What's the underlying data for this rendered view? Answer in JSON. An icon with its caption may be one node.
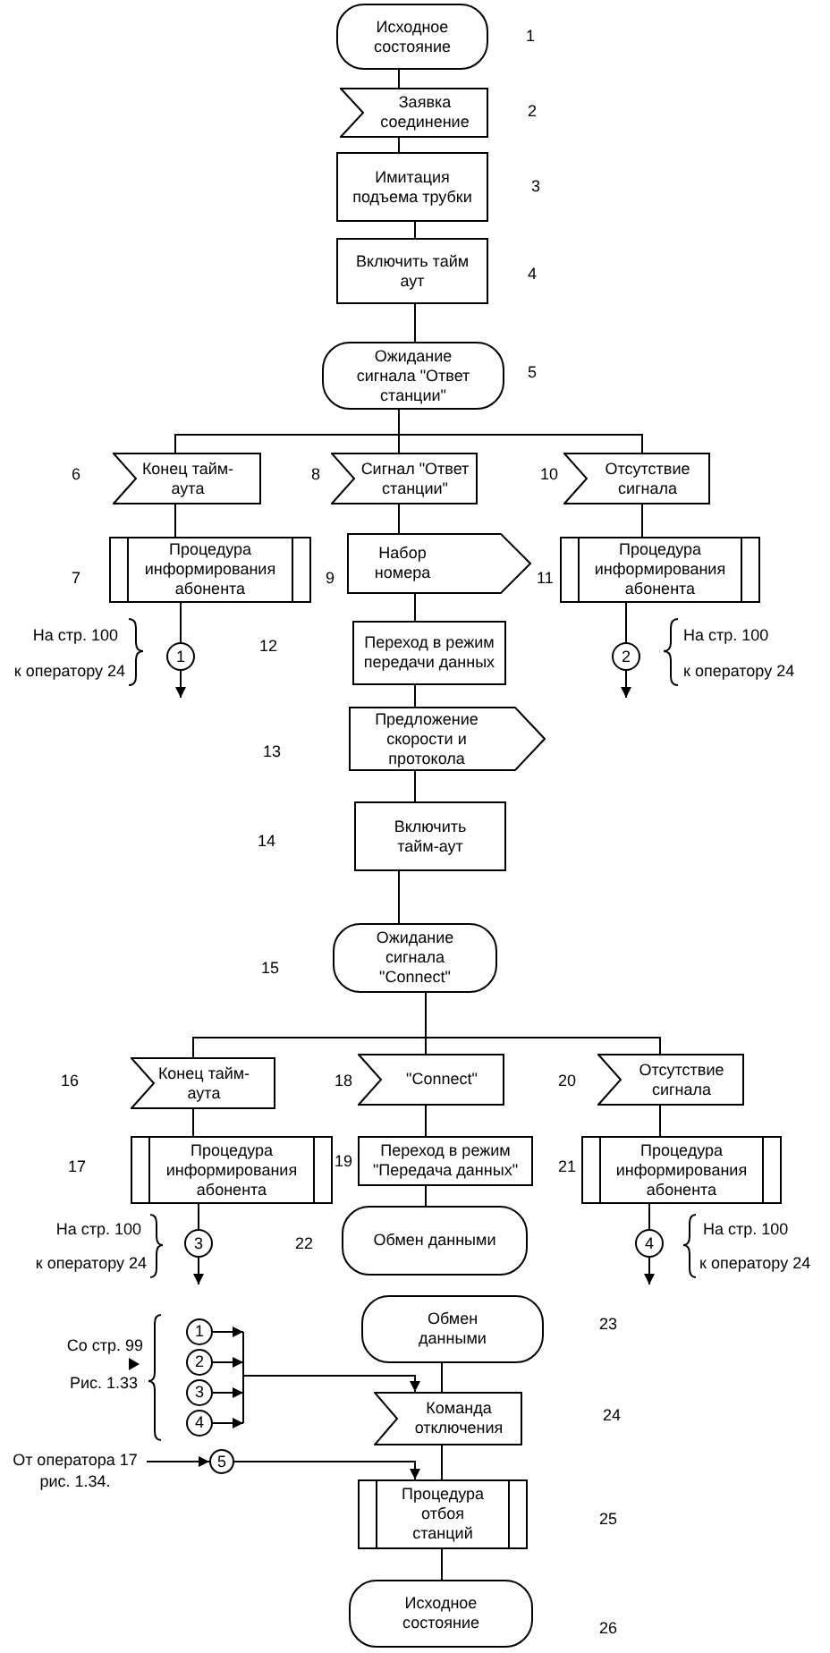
{
  "diagram": {
    "nodes": [
      {
        "text": [
          "Исходное состояние"
        ],
        "beside": [
          "1"
        ]
      },
      {
        "text": [
          "Заявка соединение"
        ],
        "beside": [
          "2"
        ]
      },
      {
        "text": [
          "Имитация подъема трубки"
        ],
        "beside": [
          "3"
        ]
      },
      {
        "text": [
          "Включить тайм аут"
        ],
        "beside": [
          "4"
        ]
      },
      {
        "text": [
          "Ожидание сигнала \"Ответ станции\""
        ],
        "beside": [
          "5"
        ]
      },
      {
        "text": [
          "Конец тайм-аута"
        ],
        "beside": [
          "6"
        ]
      },
      {
        "text": [
          "Сигнал \"Ответ станции\""
        ],
        "beside": [
          "8"
        ]
      },
      {
        "text": [
          "Отсутствие сигнала"
        ],
        "beside": [
          "10"
        ]
      },
      {
        "text": [
          "Процедура информирования абонента"
        ],
        "beside": [
          "7"
        ]
      },
      {
        "text": [
          "Набор номера"
        ],
        "beside": [
          "9"
        ]
      },
      {
        "text": [
          "Процедура информирования абонента"
        ],
        "beside": [
          "11"
        ]
      },
      {
        "text": [
          "1"
        ],
        "beside": [
          "На стр. 100",
          "к оператору 24"
        ]
      },
      {
        "text": [
          "Переход в режим передачи данных"
        ]
      },
      {
        "text": [
          "2"
        ],
        "beside": [
          "На стр. 100",
          "к оператору 24"
        ]
      },
      {
        "text": [
          "Предложение скорости и протокола"
        ]
      },
      {
        "text": [
          "Включить тайм-аут"
        ]
      },
      {
        "text": [
          "Ожидание сигнала \"Connect\""
        ],
        "beside": [
          "15"
        ]
      },
      {
        "text": [
          "Конец тайм-аута"
        ],
        "beside": [
          "16"
        ]
      },
      {
        "text": [
          "\"Connect\""
        ],
        "beside": [
          "18"
        ]
      },
      {
        "text": [
          "Отсутствие сигнала"
        ],
        "beside": [
          "20"
        ]
      },
      {
        "text": [
          "Процедура информирования абонента"
        ],
        "beside": [
          "17"
        ]
      },
      {
        "text": [
          "Переход в режим \"Передача данных\""
        ],
        "beside": [
          "19"
        ]
      },
      {
        "text": [
          "Процедура информирования абонента"
        ],
        "beside": [
          "21"
        ]
      },
      {
        "text": [
          "3"
        ],
        "beside": [
          "На стр. 100",
          "к оператору 24"
        ]
      },
      {
        "text": [
          "Обмен данными"
        ],
        "beside": [
          "22"
        ]
      },
      {
        "text": [
          "4"
        ],
        "beside": [
          "На стр. 100",
          "к оператору 24"
        ]
      },
      {
        "text": [
          "Обмен данными"
        ],
        "beside": [
          "23"
        ]
      },
      {
        "text": [
          "1"
        ]
      },
      {
        "text": [
          "2"
        ]
      },
      {
        "text": [
          "3"
        ]
      },
      {
        "text": [
          "4"
        ]
      },
      {
        "text": [
          "Команда отключения"
        ]
      },
      {
        "text": [
          "От оператора 17 рис. 1.34."
        ]
      },
      {
        "text": [
          "5"
        ]
      },
      {
        "text": [
          "Процедура отбоя станций"
        ]
      },
      {
        "text": [
          "Исходное состояние"
        ]
      }
    ],
    "edges": [
      {
        "from": 0,
        "to": 1,
        "arrow": "none"
      },
      {
        "from": 1,
        "to": 2,
        "arrow": "none"
      },
      {
        "from": 2,
        "to": 3,
        "arrow": "none"
      },
      {
        "from": 3,
        "to": 4,
        "arrow": "none"
      },
      {
        "from": 4,
        "to": 5,
        "arrow": "none"
      },
      {
        "from": 4,
        "to": 6,
        "arrow": "none"
      },
      {
        "from": 4,
        "to": 7,
        "arrow": "none"
      },
      {
        "from": 5,
        "to": 8,
        "arrow": "none"
      },
      {
        "from": 6,
        "to": 9,
        "arrow": "none"
      },
      {
        "from": 7,
        "to": 10,
        "arrow": "none"
      },
      {
        "from": 8,
        "to": 11,
        "arrow": "none"
      },
      {
        "from": 10,
        "to": 13,
        "arrow": "none"
      },
      {
        "from": 11,
        "to": null,
        "arrow": "to"
      },
      {
        "from": 13,
        "to": null,
        "arrow": "to"
      },
      {
        "from": 9,
        "to": 12,
        "arrow": "none"
      },
      {
        "from": 12,
        "to": 14,
        "arrow": "none"
      },
      {
        "from": 14,
        "to": 15,
        "arrow": "none"
      },
      {
        "from": 15,
        "to": 16,
        "arrow": "none"
      },
      {
        "from": 16,
        "to": 17,
        "arrow": "none"
      },
      {
        "from": 16,
        "to": 18,
        "arrow": "none"
      },
      {
        "from": 16,
        "to": 19,
        "arrow": "none"
      },
      {
        "from": 17,
        "to": 20,
        "arrow": "none"
      },
      {
        "from": 18,
        "to": 21,
        "arrow": "none"
      },
      {
        "from": 19,
        "to": 22,
        "arrow": "none"
      },
      {
        "from": 20,
        "to": 23,
        "arrow": "none"
      },
      {
        "from": 22,
        "to": 25,
        "arrow": "none"
      },
      {
        "from": 23,
        "to": null,
        "arrow": "to"
      },
      {
        "from": 25,
        "to": null,
        "arrow": "to"
      },
      {
        "from": 21,
        "to": 24,
        "arrow": "none"
      },
      {
        "from": 26,
        "to": 31,
        "arrow": "none"
      },
      {
        "from": 27,
        "to": 31,
        "arrow": "to"
      },
      {
        "from": 28,
        "to": 31,
        "arrow": "to"
      },
      {
        "from": 29,
        "to": 31,
        "arrow": "to"
      },
      {
        "from": 30,
        "to": 31,
        "arrow": "to"
      },
      {
        "from": 32,
        "to": 33,
        "arrow": "to"
      },
      {
        "from": 33,
        "to": 34,
        "arrow": "to"
      },
      {
        "from": 31,
        "to": 34,
        "arrow": "none"
      },
      {
        "from": 34,
        "to": 35,
        "arrow": "none"
      }
    ],
    "labels": [
      "12",
      "13",
      "14",
      "Со стр. 99",
      "Рис. 1.33",
      "24",
      "25",
      "26"
    ]
  }
}
